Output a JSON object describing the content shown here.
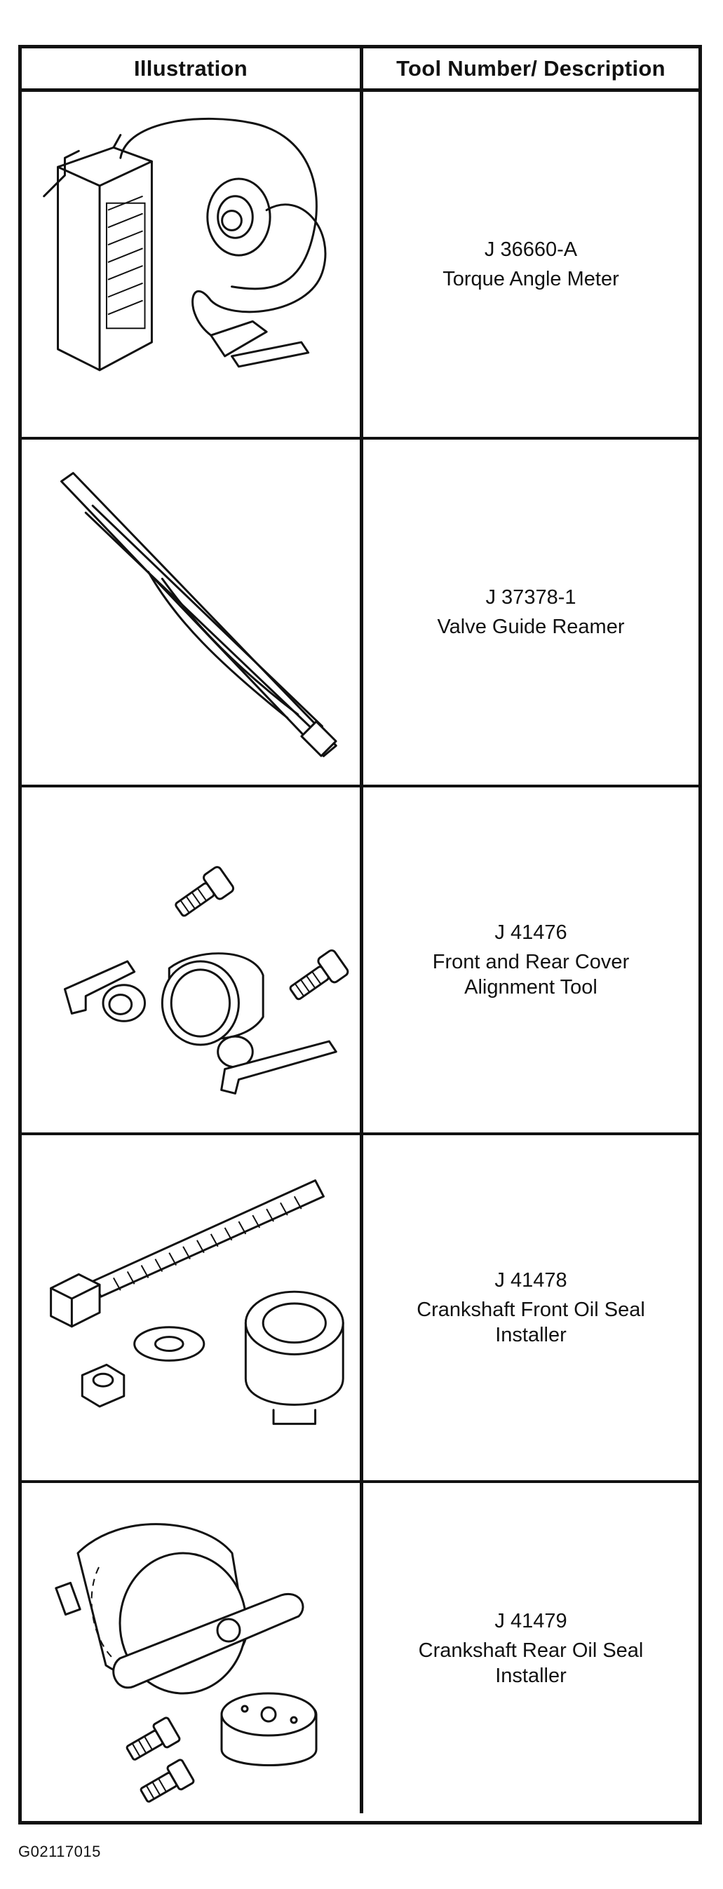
{
  "table": {
    "headers": {
      "illustration": "Illustration",
      "tool": "Tool Number/ Description"
    },
    "rows": [
      {
        "number": "J 36660-A",
        "description": "Torque Angle Meter",
        "icon": "torque-angle-meter-icon"
      },
      {
        "number": "J 37378-1",
        "description": "Valve Guide Reamer",
        "icon": "valve-guide-reamer-icon"
      },
      {
        "number": "J 41476",
        "description": "Front and Rear Cover\nAlignment Tool",
        "icon": "cover-alignment-tool-icon"
      },
      {
        "number": "J 41478",
        "description": "Crankshaft Front Oil Seal\nInstaller",
        "icon": "front-oil-seal-installer-icon"
      },
      {
        "number": "J 41479",
        "description": "Crankshaft Rear Oil Seal\nInstaller",
        "icon": "rear-oil-seal-installer-icon"
      }
    ]
  },
  "footer": {
    "code": "G02117015"
  }
}
